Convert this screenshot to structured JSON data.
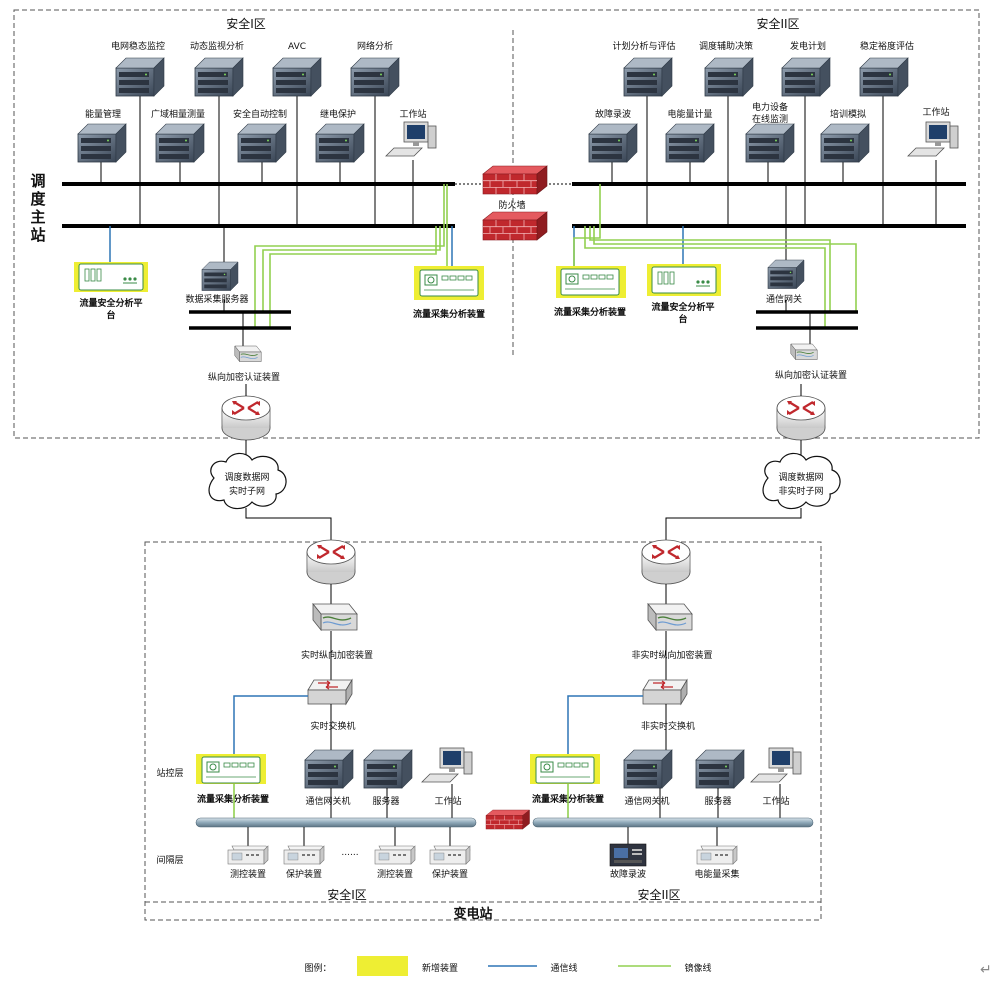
{
  "master": {
    "zone1": "安全I区",
    "zone2": "安全II区",
    "title_chars": [
      "调",
      "度",
      "主",
      "站"
    ],
    "z1_top_row": [
      "电网稳态监控",
      "动态监视分析",
      "AVC",
      "网络分析"
    ],
    "z1_second_row": [
      "能量管理",
      "广域相量测量",
      "安全自动控制",
      "继电保护"
    ],
    "z1_workstation": "工作站",
    "z2_top_row": [
      "计划分析与评估",
      "调度辅助决策",
      "发电计划",
      "稳定裕度评估"
    ],
    "z2_second_row": [
      "故障录波",
      "电能量计量",
      "电力设备",
      "在线监测",
      "培训模拟"
    ],
    "z2_workstation": "工作站",
    "firewall": "防火墙",
    "flow_platform": [
      "流量安全分析平",
      "台"
    ],
    "collector": "流量采集分析装置",
    "data_server": "数据采集服务器",
    "comm_gateway": "通信网关",
    "encryptor": "纵向加密认证装置"
  },
  "networks": {
    "realtime": [
      "调度数据网",
      "实时子网"
    ],
    "nonrealtime": [
      "调度数据网",
      "非实时子网"
    ]
  },
  "substation": {
    "title": "变电站",
    "zone1": "安全I区",
    "zone2": "安全II区",
    "station_layer": "站控层",
    "bay_layer": "间隔层",
    "rt_encryptor": "实时纵向加密装置",
    "nrt_encryptor": "非实时纵向加密装置",
    "rt_switch": "实时交换机",
    "nrt_switch": "非实时交换机",
    "collector": "流量采集分析装置",
    "comm_gateway": "通信网关机",
    "server": "服务器",
    "workstation": "工作站",
    "bay1": [
      "测控装置",
      "保护装置",
      "测控装置",
      "保护装置"
    ],
    "dots": "......",
    "bay2": [
      "故障录波",
      "电能量采集"
    ]
  },
  "legend": {
    "title": "图例：",
    "new_device": "新增装置",
    "comm_line": "通信线",
    "mirror_line": "镜像线"
  },
  "colors": {
    "highlight": "#eeee33",
    "comm_line": "#2e75b6",
    "mirror_line": "#92d050",
    "firewall": "#c0282d",
    "router": "#c0282d"
  }
}
